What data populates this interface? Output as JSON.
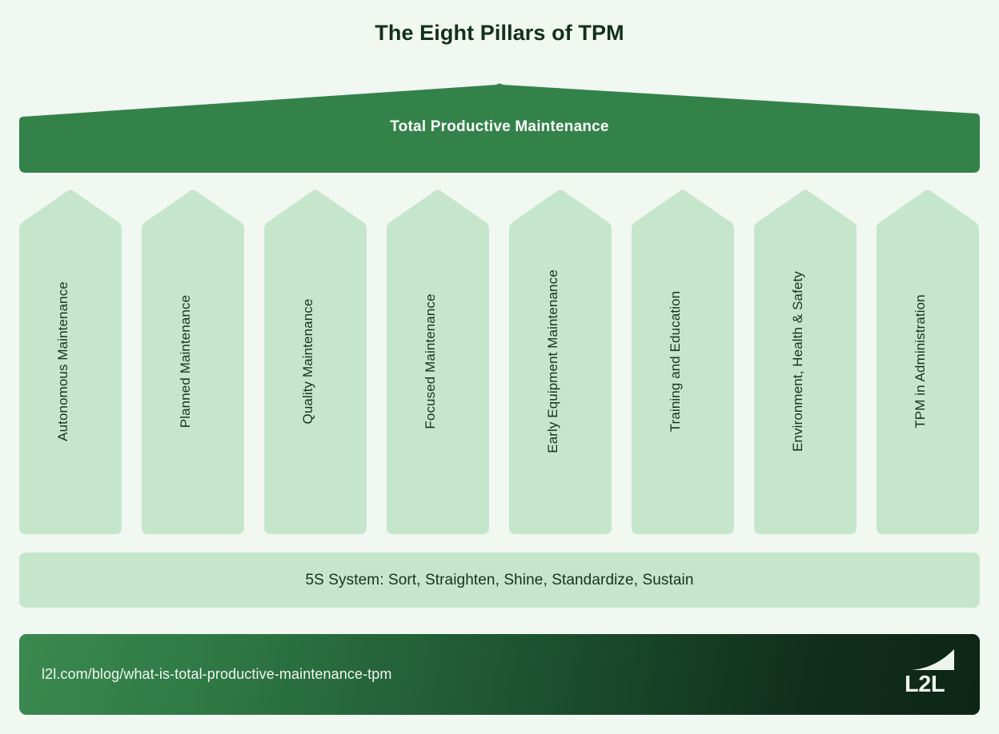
{
  "page": {
    "title": "The Eight Pillars of TPM",
    "background_color": "#f1f7f1"
  },
  "roof": {
    "label": "Total Productive Maintenance",
    "fill_color": "#33824a",
    "text_color": "#ffffff"
  },
  "pillars": {
    "fill_color": "#c6e6cc",
    "text_color": "#17321d",
    "items": [
      {
        "label": "Autonomous Maintenance"
      },
      {
        "label": "Planned Maintenance"
      },
      {
        "label": "Quality Maintenance"
      },
      {
        "label": "Focused Maintenance"
      },
      {
        "label": "Early Equipment Maintenance"
      },
      {
        "label": "Training and Education"
      },
      {
        "label": "Environment, Health & Safety"
      },
      {
        "label": "TPM in Administration"
      }
    ]
  },
  "foundation": {
    "label": "5S System: Sort, Straighten, Shine, Standardize, Sustain",
    "fill_color": "#c6e6cc"
  },
  "footer": {
    "url": "l2l.com/blog/what-is-total-productive-maintenance-tpm",
    "logo_text": "L2L",
    "logo_mark_name": "growth-curve-icon",
    "gradient_from": "#3b8a50",
    "gradient_to": "#0d2617"
  }
}
